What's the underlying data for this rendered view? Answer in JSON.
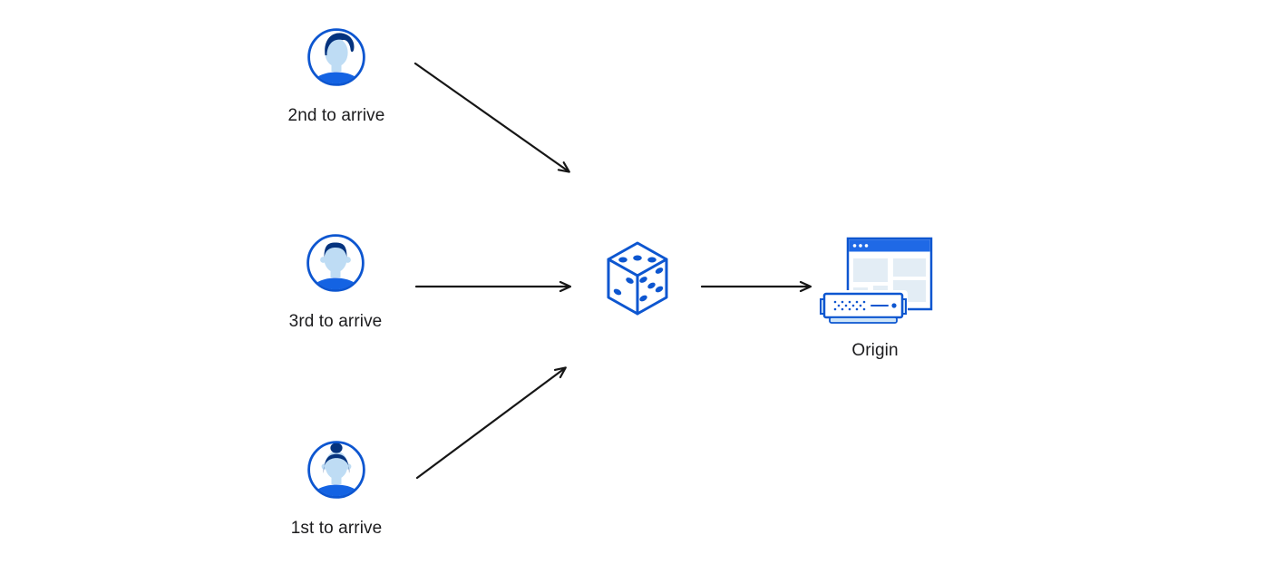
{
  "theme": {
    "primary_blue": "#0d56d0",
    "title_bar_blue": "#1f69e6",
    "shirt_blue": "#1463e3",
    "hair_navy": "#05337e",
    "face_blue": "#bedcf4",
    "panel_blue": "#e3edf5",
    "pale_blue": "#cfe5f8",
    "arrow_color": "#161616",
    "text_color": "#1c1c1e"
  },
  "nodes": {
    "users": [
      {
        "id": "user-2nd",
        "label": "2nd to arrive",
        "icon": "male-swept-hair-avatar-icon"
      },
      {
        "id": "user-3rd",
        "label": "3rd to arrive",
        "icon": "male-short-hair-avatar-icon"
      },
      {
        "id": "user-1st",
        "label": "1st to arrive",
        "icon": "female-bun-hair-avatar-icon"
      }
    ],
    "randomizer": {
      "id": "dice",
      "icon": "dice-icon"
    },
    "origin": {
      "id": "origin",
      "label": "Origin",
      "icon": "origin-server-icon"
    }
  },
  "arrows": [
    {
      "from": "user-2nd",
      "to": "dice"
    },
    {
      "from": "user-3rd",
      "to": "dice"
    },
    {
      "from": "user-1st",
      "to": "dice"
    },
    {
      "from": "dice",
      "to": "origin"
    }
  ]
}
